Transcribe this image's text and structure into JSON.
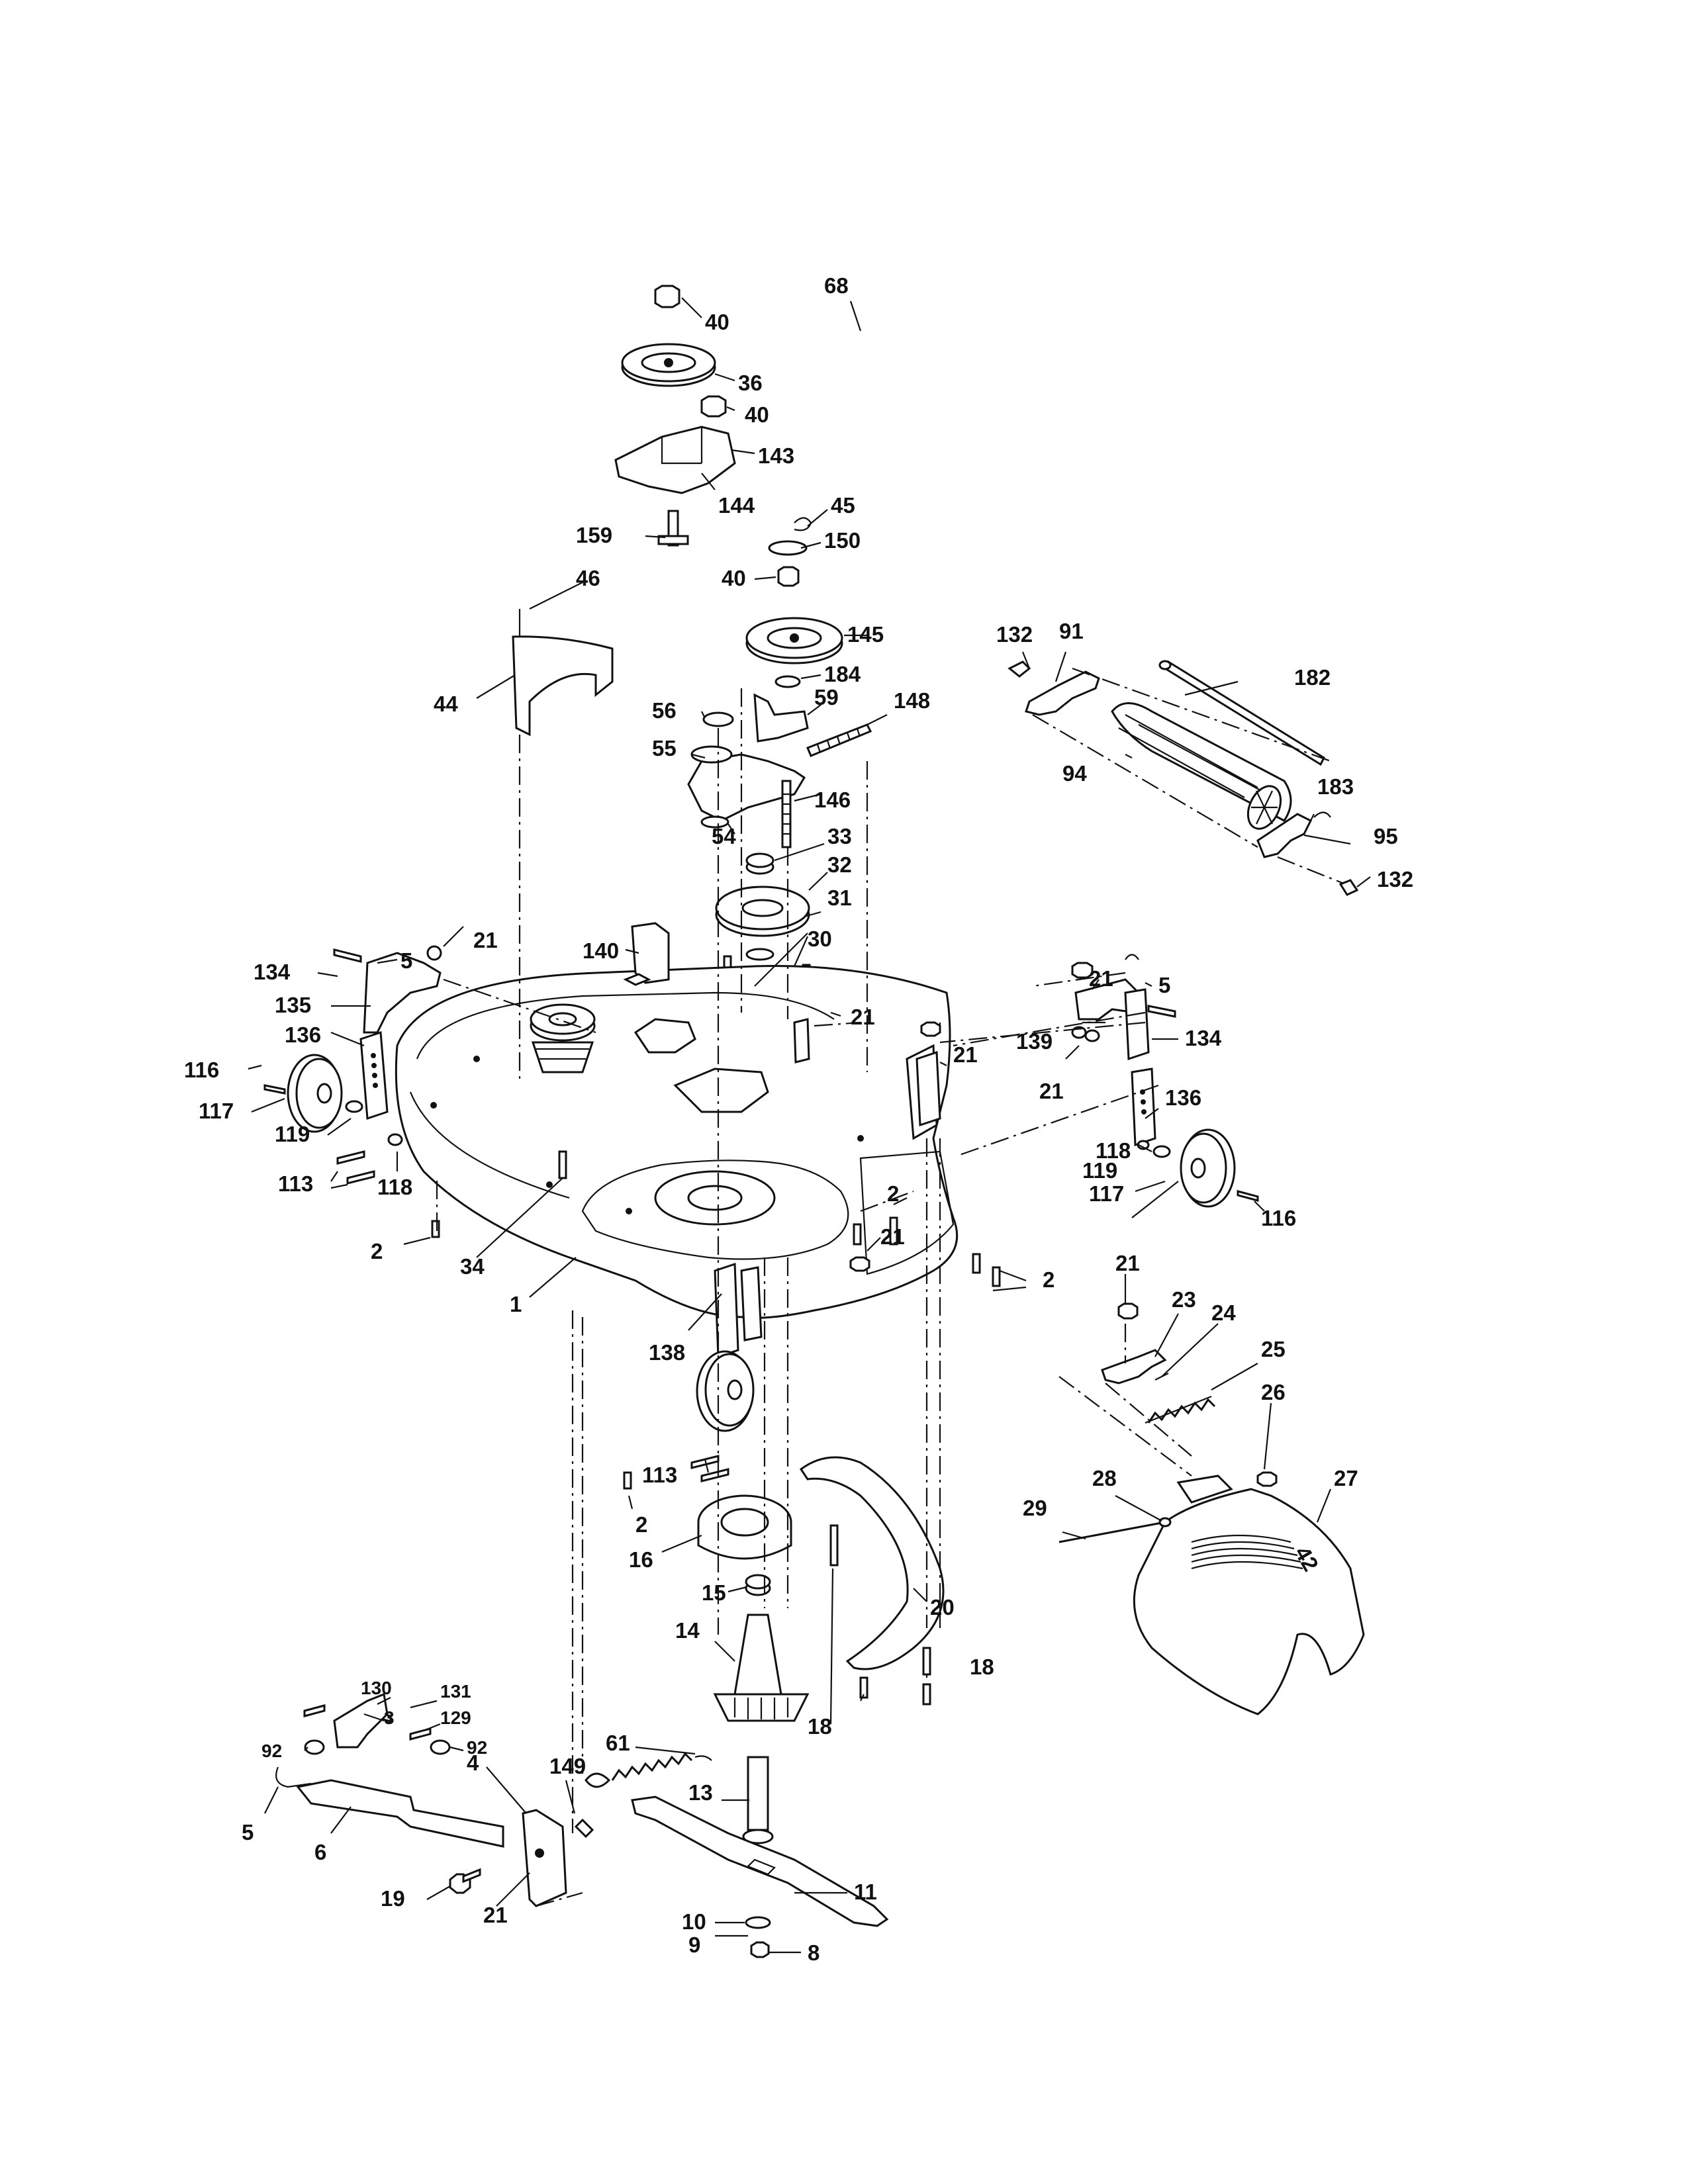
{
  "callouts": [
    "68",
    "40",
    "36",
    "40",
    "143",
    "144",
    "159",
    "45",
    "150",
    "40",
    "46",
    "145",
    "184",
    "44",
    "132",
    "91",
    "182",
    "56",
    "59",
    "148",
    "55",
    "146",
    "94",
    "183",
    "54",
    "33",
    "95",
    "132",
    "32",
    "31",
    "21",
    "30",
    "5",
    "140",
    "134",
    "135",
    "21",
    "21",
    "5",
    "136",
    "21",
    "139",
    "134",
    "116",
    "117",
    "21",
    "136",
    "119",
    "113",
    "118",
    "118",
    "119",
    "117",
    "116",
    "2",
    "21",
    "2",
    "34",
    "2",
    "1",
    "138",
    "21",
    "23",
    "24",
    "25",
    "26",
    "113",
    "2",
    "28",
    "27",
    "29",
    "16",
    "15",
    "20",
    "14",
    "18",
    "130",
    "131",
    "129",
    "92",
    "92",
    "3",
    "18",
    "61",
    "4",
    "149",
    "13",
    "5",
    "6",
    "11",
    "19",
    "21",
    "10",
    "9",
    "8"
  ]
}
